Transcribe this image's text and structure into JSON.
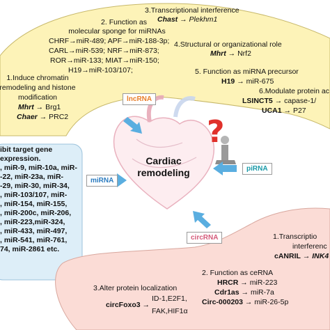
{
  "diagram": {
    "lncrna": {
      "label": "lncRNA",
      "f1": {
        "title_1": "1.Induce chromatin",
        "title_2": "remodeling and histone",
        "title_3": "modification",
        "r1_gene": "Mhrt",
        "r1_target": "Brg1",
        "r2_gene": "Chaer",
        "r2_target": "PRC2"
      },
      "f2": {
        "title_1": "2. Function as",
        "title_2": "molecular sponge for miRNAs",
        "r1": "CHRF→miR-489; APF→miR-188-3p;",
        "r2": "CARL→miR-539; NRF→miR-873;",
        "r3": "ROR→miR-133; MIAT→miR-150;",
        "r4": "H19→miR-103/107;"
      },
      "f3": {
        "title": "3.Transcriptional interference",
        "gene": "Chast",
        "target": "Plekhm1"
      },
      "f4": {
        "title": "4.Structural or organizational role",
        "gene": "Mhrt",
        "target": "Nrf2"
      },
      "f5": {
        "title": "5. Function as miRNA precursor",
        "gene": "H19",
        "target": "miR-675"
      },
      "f6": {
        "title": "6.Modulate protein ac",
        "r1_gene": "LSINCT5",
        "r1_target": "capase-1/",
        "r2_gene": "UCA1",
        "r2_target": "P27"
      }
    },
    "mirna": {
      "label": "miRNA",
      "lines": [
        "ibit target gene",
        " expression.",
        ", miR-9, miR-10a, miR-",
        "-22, miR-23a, miR-",
        "-29, miR-30, miR-34,",
        ", miR-103/107, miR-",
        ", miR-154, miR-155,",
        ", miR-200c, miR-206,",
        ", miR-223,miR-324,",
        ", miR-433, miR-497,",
        ", miR-541, miR-761,",
        "74, miR-2861 etc."
      ]
    },
    "center": {
      "line1": "Cardiac",
      "line2": "remodeling",
      "question": "?"
    },
    "pirna": {
      "label": "piRNA"
    },
    "circrna": {
      "label": "circRNA",
      "f1": {
        "title_1": "1.Transcriptio",
        "title_2": "interferenc",
        "gene": "cANRIL",
        "target": "INK4"
      },
      "f2": {
        "title": "2. Function as ceRNA",
        "r1_gene": "HRCR",
        "r1_target": "miR-223",
        "r2_gene": "Cdr1as",
        "r2_target": "miR-7a",
        "r3_gene": "Circ-000203",
        "r3_target": "miR-26-5p"
      },
      "f3": {
        "title": "3.Alter protein localization",
        "gene": "circFoxo3",
        "t1": "ID-1,E2F1,",
        "t2": "FAK,HIF1α"
      }
    },
    "arrow_symbol": "→",
    "colors": {
      "lnc_fill": "#fdf3b8",
      "lnc_stroke": "#c7b86a",
      "mirna_fill": "#ddeef8",
      "mirna_stroke": "#9cc3dc",
      "circ_fill": "#fbdcd6",
      "circ_stroke": "#d8a79e",
      "arrow": "#5aaee0",
      "label_lnc": "#e87e2b",
      "label_mir": "#2b7bbf",
      "label_pi": "#1a9aa8",
      "label_circ": "#d45a7a",
      "question": "#e0312b"
    }
  }
}
